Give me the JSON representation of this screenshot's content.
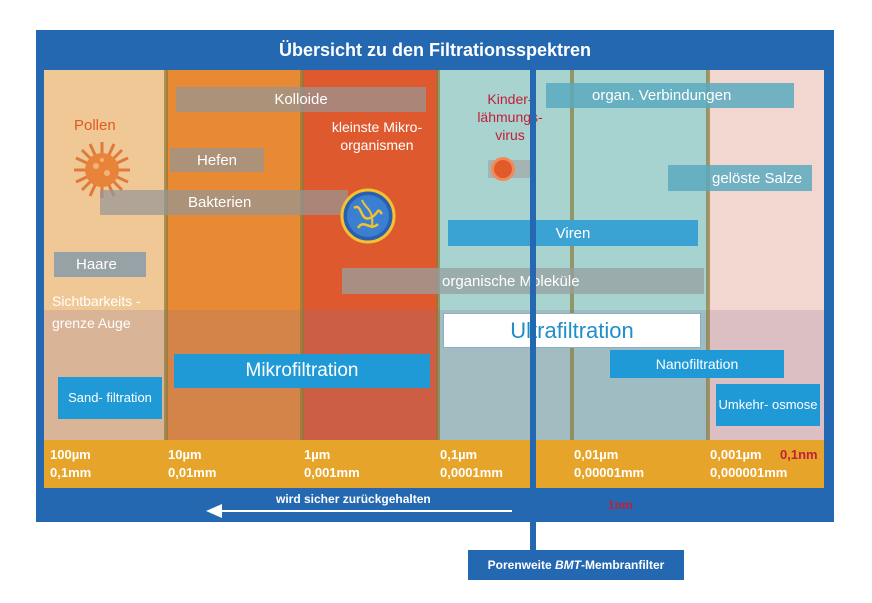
{
  "title": "Übersicht zu den Filtrationsspektren",
  "colors": {
    "frame": "#2368b0",
    "scale_bar": "#e7a42a",
    "band_blue": "#1f9ad6",
    "band_grey": "#969696",
    "red_text": "#c0203a"
  },
  "labels": {
    "pollen": "Pollen",
    "kolloide": "Kolloide",
    "hefen": "Hefen",
    "bakterien": "Bakterien",
    "kleinste_mikroorganismen": "kleinste Mikro- organismen",
    "kinderlaehmung": "Kinder- lähmungs- virus",
    "organ_verbindungen": "organ. Verbindungen",
    "geloeste_salze": "gelöste Salze",
    "viren": "Viren",
    "haare": "Haare",
    "organische_molekuele": "organische Moleküle",
    "sichtbarkeitsgrenze": "Sichtbarkeits - grenze Auge",
    "ultrafiltration": "Ultrafiltration",
    "mikrofiltration": "Mikrofiltration",
    "nanofiltration": "Nanofiltration",
    "sandfiltration": "Sand- filtration",
    "umkehrosmose": "Umkehr- osmose"
  },
  "scale": [
    {
      "line1": "100µm",
      "line2": "0,1mm"
    },
    {
      "line1": "10µm",
      "line2": "0,01mm"
    },
    {
      "line1": "1µm",
      "line2": "0,001mm"
    },
    {
      "line1": "0,1µm",
      "line2": "0,0001mm"
    },
    {
      "line1": "0,01µm",
      "line2": "0,00001mm"
    },
    {
      "line1": "0,001µm",
      "line2": "0,000001mm"
    }
  ],
  "scale_extra": "0,1nm",
  "arrow_label": "wird sicher zurückgehalten",
  "nm_label": "1nm",
  "bottom_label_prefix": "Porenweite ",
  "bottom_label_brand": "BMT",
  "bottom_label_suffix": "-Membranfilter"
}
